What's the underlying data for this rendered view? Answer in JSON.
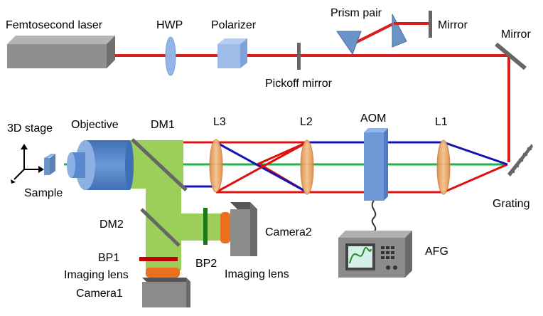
{
  "labels": {
    "laser": "Femtosecond laser",
    "hwp": "HWP",
    "polarizer": "Polarizer",
    "prism_pair": "Prism pair",
    "mirror_top": "Mirror",
    "mirror_right": "Mirror",
    "pickoff": "Pickoff mirror",
    "stage": "3D stage",
    "objective": "Objective",
    "sample": "Sample",
    "dm1": "DM1",
    "l3": "L3",
    "l2": "L2",
    "aom": "AOM",
    "l1": "L1",
    "grating": "Grating",
    "dm2": "DM2",
    "camera2": "Camera2",
    "bp1": "BP1",
    "bp2": "BP2",
    "imaging_lens_left": "Imaging lens",
    "imaging_lens_right": "Imaging lens",
    "camera1": "Camera1",
    "afg": "AFG"
  },
  "colors": {
    "beam_main": "#d81e1e",
    "beam_red": "#e01010",
    "beam_blue": "#1414b4",
    "beam_green": "#22b04a",
    "imaging_path": "#9ccf5a",
    "lens": "#e8a060",
    "aom": "#6e9ad6",
    "objective": "#4a7cc0",
    "device_gray": "#8c8c8c"
  }
}
